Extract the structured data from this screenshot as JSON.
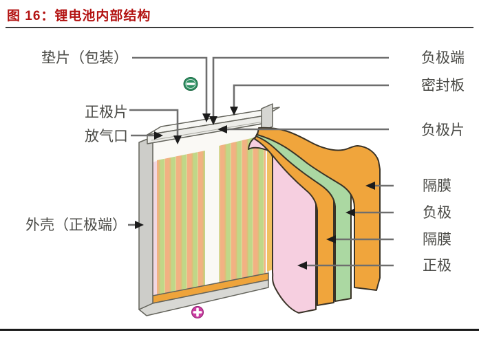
{
  "figure": {
    "title": "图 16：锂电池内部结构",
    "title_color": "#b31312"
  },
  "diagram": {
    "left_labels": {
      "gasket": "垫片（包装）",
      "positive_tab": "正极片",
      "vent": "放气口",
      "case": "外壳（正极端）"
    },
    "right_labels": {
      "negative_terminal": "负极端",
      "sealing_plate": "密封板",
      "negative_tab": "负极片",
      "separator_top": "隔膜",
      "negative_electrode": "负极",
      "separator_bottom": "隔膜",
      "positive_electrode": "正极"
    },
    "icons": {
      "minus": "−",
      "plus": "+"
    },
    "colors": {
      "separator_orange": "#f0a53c",
      "negative_green": "#abd8a2",
      "positive_pink": "#f6cfe0",
      "shell_gray": "#cdcdc9",
      "stripe_peach": "#f2b183",
      "stripe_green": "#c0d788",
      "minus_icon_green": "#2e8f62",
      "plus_icon_magenta": "#cb3da2",
      "leader_gray": "#6e6e6e"
    }
  }
}
